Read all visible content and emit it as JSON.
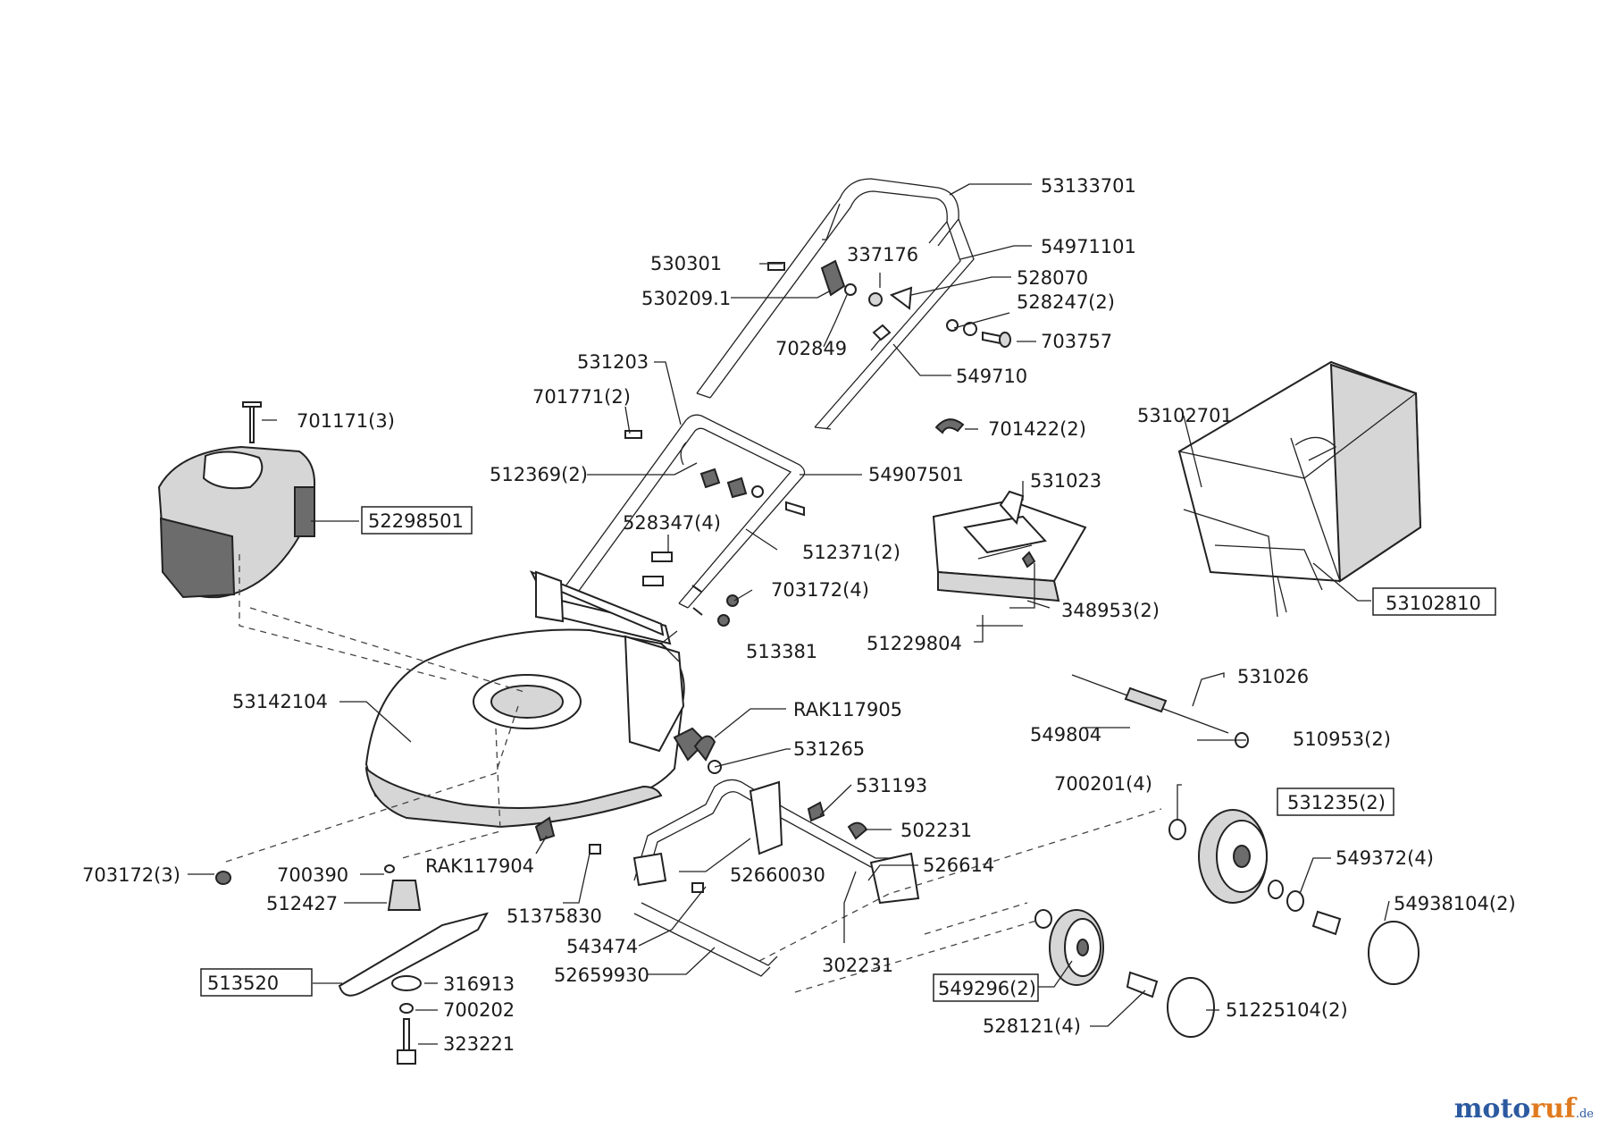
{
  "labels": {
    "l53133701": "53133701",
    "l54971101": "54971101",
    "l530301": "530301",
    "l337176": "337176",
    "l528070": "528070",
    "l530209_1": "530209.1",
    "l528247_2": "528247(2)",
    "l702849": "702849",
    "l703757": "703757",
    "l549710": "549710",
    "l531203": "531203",
    "l701771_2": "701771(2)",
    "l701171_3": "701171(3)",
    "l701422_2": "701422(2)",
    "l53102701": "53102701",
    "l512369_2": "512369(2)",
    "l54907501": "54907501",
    "l531023": "531023",
    "l52298501": "52298501",
    "l528347_4": "528347(4)",
    "l512371_2": "512371(2)",
    "l703172_4": "703172(4)",
    "l348953_2": "348953(2)",
    "l53102810": "53102810",
    "l51229804": "51229804",
    "l513381": "513381",
    "l531026": "531026",
    "l53142104": "53142104",
    "lRAK117905": "RAK117905",
    "l549804": "549804",
    "l510953_2": "510953(2)",
    "l531265": "531265",
    "l700201_4": "700201(4)",
    "l531193": "531193",
    "l531235_2": "531235(2)",
    "l502231": "502231",
    "l526614": "526614",
    "l549372_4": "549372(4)",
    "l703172_3": "703172(3)",
    "l700390": "700390",
    "lRAK117904": "RAK117904",
    "l52660030": "52660030",
    "l54938104_2": "54938104(2)",
    "l512427": "512427",
    "l51375830": "51375830",
    "l543474": "543474",
    "l302231": "302231",
    "l513520": "513520",
    "l316913": "316913",
    "l52659930": "52659930",
    "l549296_2": "549296(2)",
    "l700202": "700202",
    "l528121_4": "528121(4)",
    "l51225104_2": "51225104(2)",
    "l323221": "323221"
  },
  "logo": {
    "part1": "moto",
    "part2": "ruf",
    "suffix": ".de"
  }
}
